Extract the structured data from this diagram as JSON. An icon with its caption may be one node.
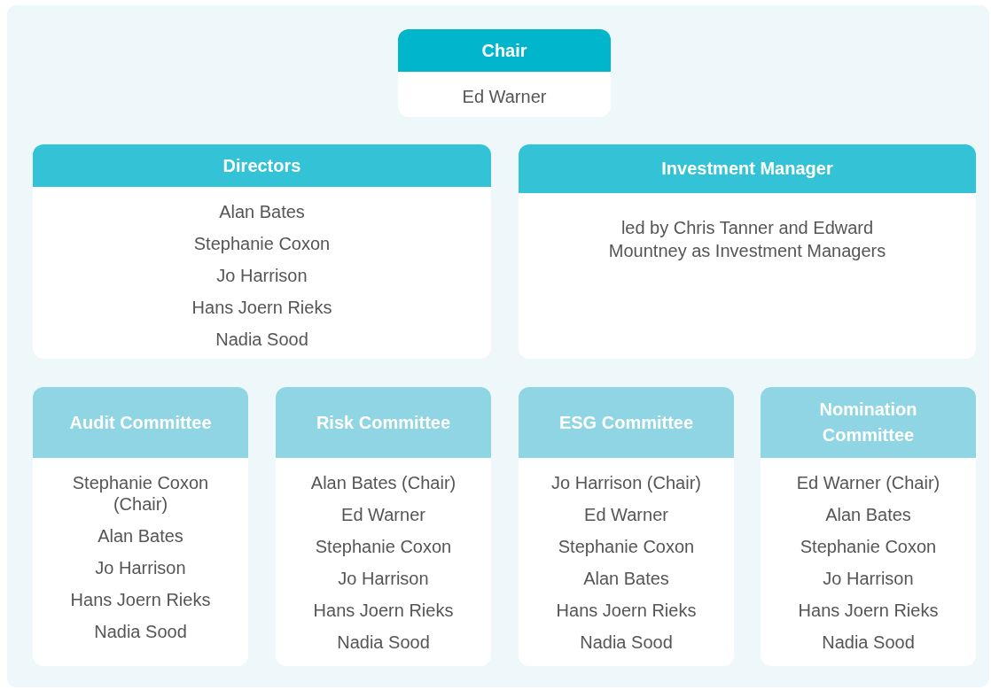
{
  "diagram": {
    "nodes": [
      {
        "text": [
          "Chair",
          "Ed Warner"
        ]
      },
      {
        "text": [
          "Directors",
          "Alan Bates",
          "Stephanie Coxon",
          "Jo Harrison",
          "Hans Joern Rieks",
          "Nadia Sood"
        ]
      },
      {
        "text": [
          "Investment Manager",
          "led by Chris Tanner and Edward Mountney as Investment Managers"
        ]
      },
      {
        "text": [
          "Audit Committee",
          "Stephanie Coxon (Chair)",
          "Alan Bates",
          "Jo Harrison",
          "Hans Joern Rieks",
          "Nadia Sood"
        ]
      },
      {
        "text": [
          "Risk Committee",
          "Alan Bates (Chair)",
          "Ed Warner",
          "Stephanie Coxon",
          "Jo Harrison",
          "Hans Joern Rieks",
          "Nadia Sood"
        ]
      },
      {
        "text": [
          "ESG Committee",
          "Jo Harrison (Chair)",
          "Ed Warner",
          "Stephanie Coxon",
          "Alan Bates",
          "Hans Joern Rieks",
          "Nadia Sood"
        ]
      },
      {
        "text": [
          "Nomination Committee",
          "Ed Warner (Chair)",
          "Alan Bates",
          "Stephanie Coxon",
          "Jo Harrison",
          "Hans Joern Rieks",
          "Nadia Sood"
        ]
      }
    ]
  }
}
